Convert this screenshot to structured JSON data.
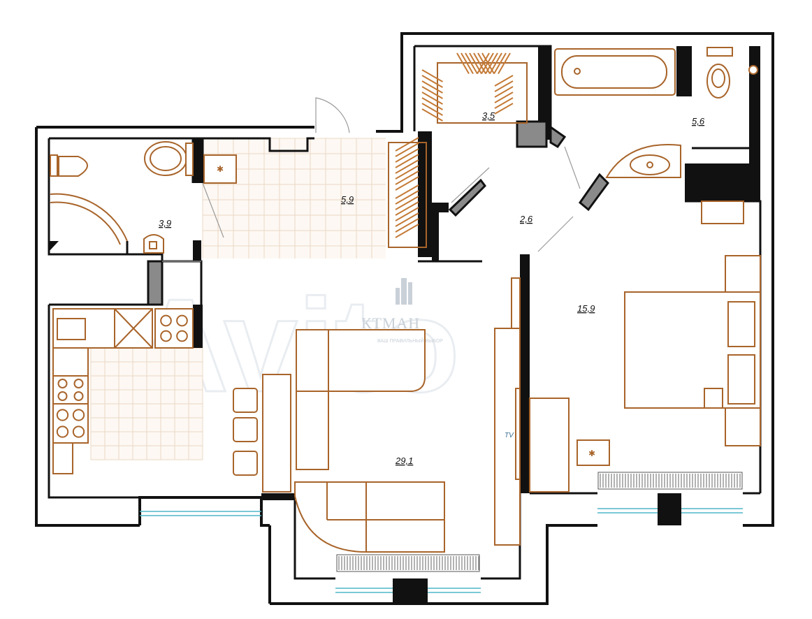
{
  "logo": {
    "name": "КТМАН",
    "tagline": "ВАШ ПРАВИЛЬНЫЙ ВЫБОР"
  },
  "watermark": "Avito",
  "rooms": [
    {
      "id": "bathroom-left",
      "area": "3,9"
    },
    {
      "id": "hall",
      "area": "5,9"
    },
    {
      "id": "wardrobe",
      "area": "3,5"
    },
    {
      "id": "bathroom-right",
      "area": "5,6"
    },
    {
      "id": "corridor",
      "area": "2,6"
    },
    {
      "id": "bedroom",
      "area": "15,9"
    },
    {
      "id": "living-kitchen",
      "area": "29,1"
    }
  ],
  "tv_label": "TV",
  "colors": {
    "wall": "#111111",
    "furniture": "#a8642a",
    "tile": "#ead8c6",
    "window": "#4fb6c9"
  }
}
